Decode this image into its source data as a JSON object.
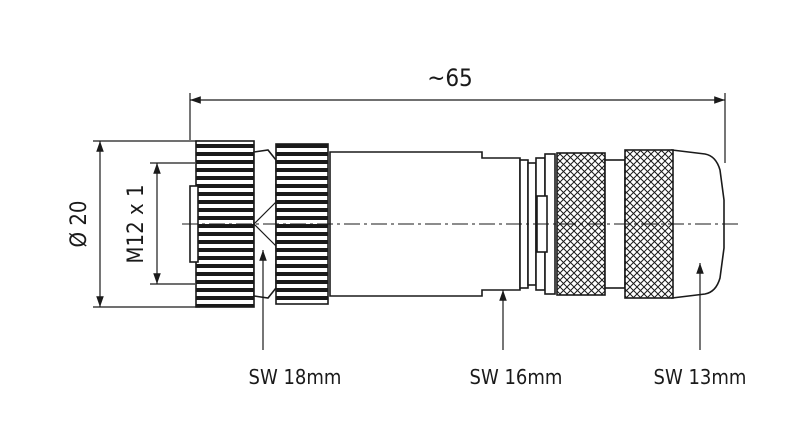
{
  "dimensions": {
    "overall_length": "~65",
    "diameter": "Ø 20",
    "thread": "M12 x 1"
  },
  "wrench_sizes": [
    {
      "label": "SW 18mm"
    },
    {
      "label": "SW 16mm"
    },
    {
      "label": "SW 13mm"
    }
  ]
}
